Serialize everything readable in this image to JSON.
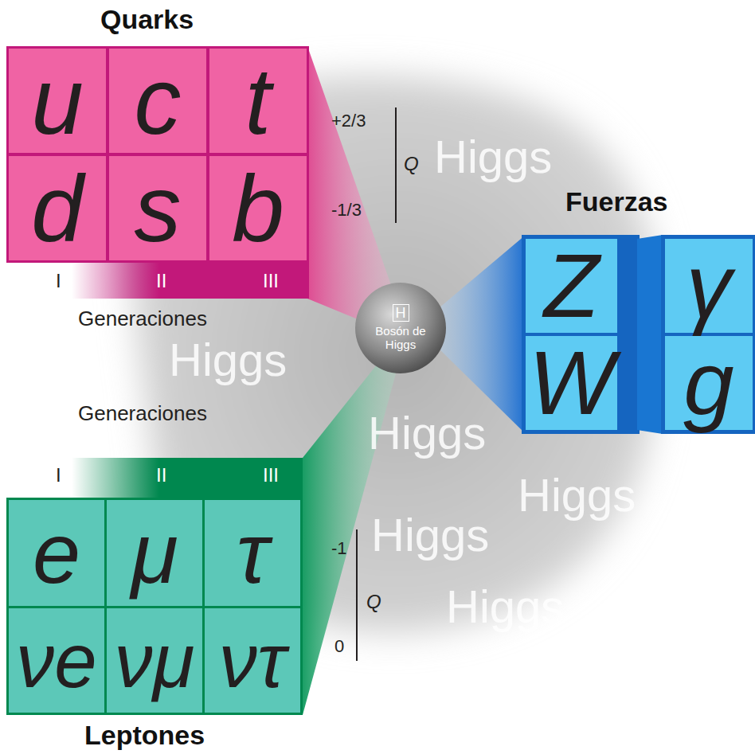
{
  "diagram": {
    "nodes": [
      {
        "text": [
          "Quarks"
        ]
      },
      {
        "text": [
          "u"
        ],
        "in": 0
      },
      {
        "text": [
          "c"
        ],
        "in": 0
      },
      {
        "text": [
          "t"
        ],
        "in": 0
      },
      {
        "text": [
          "d"
        ],
        "in": 0
      },
      {
        "text": [
          "s"
        ],
        "in": 0
      },
      {
        "text": [
          "b"
        ],
        "in": 0
      },
      {
        "text": [
          "H",
          "Bosón de Higgs"
        ]
      },
      {
        "text": [
          "Fuerzas"
        ]
      },
      {
        "text": [
          "Z"
        ],
        "in": 8
      },
      {
        "text": [
          "γ"
        ],
        "in": 8
      },
      {
        "text": [
          "W"
        ],
        "in": 8
      },
      {
        "text": [
          "g"
        ],
        "in": 8
      },
      {
        "text": [
          "Leptones"
        ]
      },
      {
        "text": [
          "e"
        ],
        "in": 13
      },
      {
        "text": [
          "μ"
        ],
        "in": 13
      },
      {
        "text": [
          "τ"
        ],
        "in": 13
      },
      {
        "text": [
          "νe"
        ],
        "in": 13
      },
      {
        "text": [
          "νμ"
        ],
        "in": 13
      },
      {
        "text": [
          "ντ"
        ],
        "in": 13
      }
    ],
    "labels": [
      "+2/3",
      "-1/3",
      "Q",
      "I",
      "II",
      "III",
      "Generaciones",
      "Generaciones",
      "I",
      "II",
      "III",
      "-1",
      "0",
      "Q",
      "Higgs",
      "Higgs",
      "Higgs",
      "Higgs",
      "Higgs",
      "Higgs"
    ]
  }
}
